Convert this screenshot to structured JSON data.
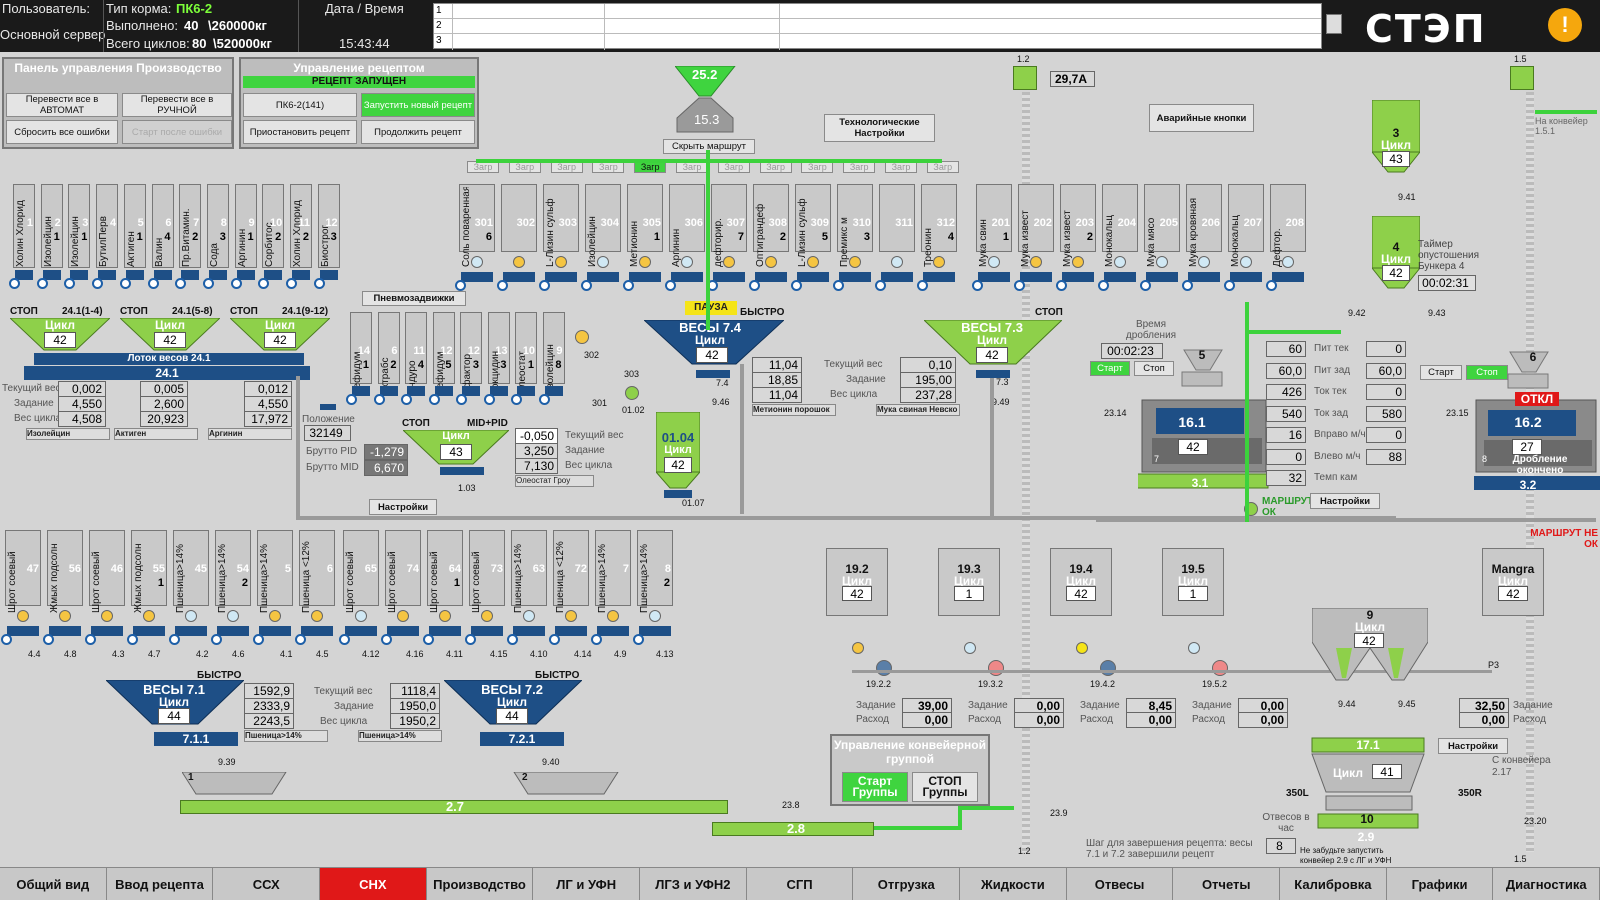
{
  "header": {
    "user_label": "Пользователь:",
    "server_label": "Основной сервер",
    "feed_type_label": "Тип корма:",
    "feed_type": "ПК6-2",
    "done_label": "Выполнено:",
    "done_value": "40",
    "done_kg": "\\260000кг",
    "cycles_label": "Всего циклов:",
    "cycles_value": "80",
    "cycles_kg": "\\520000кг",
    "datetime_label": "Дата / Время",
    "time": "15:43:44",
    "msg_rows": [
      "1",
      "2",
      "3"
    ],
    "logo": "СТЭП",
    "warning": "!"
  },
  "control_panel": {
    "title": "Панель управления Производство",
    "auto_btn": "Перевести все в АВТОМАТ",
    "manual_btn": "Перевести все в РУЧНОЙ",
    "reset_btn": "Сбросить все ошибки",
    "start_after_btn": "Старт после ошибки"
  },
  "recipe_panel": {
    "title": "Управление рецептом",
    "status": "РЕЦЕПТ ЗАПУЩЕН",
    "recipe_name": "ПК6-2(141)",
    "start_new_btn": "Запустить новый рецепт",
    "pause_btn": "Приостановить рецепт",
    "continue_btn": "Продолжить рецепт"
  },
  "top_hopper": {
    "value1": "25.2",
    "value2": "15.3",
    "hide_route_btn": "Скрыть маршрут"
  },
  "tech_settings_btn": "Технологические Настройки",
  "emergency_btn": "Аварийные кнопки",
  "current_label": "1.2",
  "current_value": "29,7А",
  "conv15": "1.5",
  "to_conveyor": "На конвейер 1.5.1",
  "load_buttons": [
    "Загр",
    "Загр",
    "Загр",
    "Загр",
    "Загр",
    "Загр",
    "Загр",
    "Загр",
    "Загр",
    "Загр",
    "Загр",
    "Загр"
  ],
  "bins_left": [
    {
      "label": "Холин Хлорид",
      "num": "1",
      "sub": ""
    },
    {
      "label": "Изолейцин",
      "num": "2",
      "sub": "1"
    },
    {
      "label": "Изолейцин",
      "num": "3",
      "sub": "1"
    },
    {
      "label": "БутилПерв",
      "num": "4",
      "sub": ""
    },
    {
      "label": "Актиген",
      "num": "5",
      "sub": "1"
    },
    {
      "label": "Валин",
      "num": "6",
      "sub": "4"
    },
    {
      "label": "Пр.Витамин.",
      "num": "7",
      "sub": "2"
    },
    {
      "label": "Сода",
      "num": "8",
      "sub": "3"
    },
    {
      "label": "Аргинин",
      "num": "9",
      "sub": "1"
    },
    {
      "label": "Сорбитос",
      "num": "10",
      "sub": "2"
    },
    {
      "label": "Холин Хлорид",
      "num": "11",
      "sub": "2"
    },
    {
      "label": "Биострог",
      "num": "12",
      "sub": "3"
    }
  ],
  "bins_mid": [
    {
      "label": "Соль поваренная",
      "num": "301",
      "sub": "6"
    },
    {
      "label": "",
      "num": "302",
      "sub": ""
    },
    {
      "label": "L-Лизин сульф",
      "num": "303",
      "sub": ""
    },
    {
      "label": "Изолейцин",
      "num": "304",
      "sub": ""
    },
    {
      "label": "Метионин",
      "num": "305",
      "sub": "1"
    },
    {
      "label": "Аргинин",
      "num": "306",
      "sub": ""
    },
    {
      "label": "дефторир.",
      "num": "307",
      "sub": "7"
    },
    {
      "label": "Оптиграндеф",
      "num": "308",
      "sub": "2"
    },
    {
      "label": "L-Лизин сульф",
      "num": "309",
      "sub": "5"
    },
    {
      "label": "Премикс м",
      "num": "310",
      "sub": "3"
    },
    {
      "label": "",
      "num": "311",
      "sub": ""
    },
    {
      "label": "Треонин",
      "num": "312",
      "sub": "4"
    }
  ],
  "bins_right": [
    {
      "label": "Мука свин",
      "num": "201",
      "sub": "1"
    },
    {
      "label": "Мука извест",
      "num": "202",
      "sub": ""
    },
    {
      "label": "Мука извест",
      "num": "203",
      "sub": "2"
    },
    {
      "label": "Монокальц",
      "num": "204",
      "sub": ""
    },
    {
      "label": "Мука мясо",
      "num": "205",
      "sub": ""
    },
    {
      "label": "Мука кровяная",
      "num": "206",
      "sub": ""
    },
    {
      "label": "Монокальц",
      "num": "207",
      "sub": ""
    },
    {
      "label": "Дефтор.",
      "num": "208",
      "sub": ""
    }
  ],
  "bins_bot_left": [
    {
      "label": "Шрот соевый",
      "num": "47",
      "sub": ""
    },
    {
      "label": "Жмых подсолн",
      "num": "56",
      "sub": ""
    },
    {
      "label": "Шрот соевый",
      "num": "46",
      "sub": ""
    },
    {
      "label": "Жмых подсолн",
      "num": "55",
      "sub": "1"
    },
    {
      "label": "Пшеница>14%",
      "num": "45",
      "sub": ""
    },
    {
      "label": "Пшеница>14%",
      "num": "54",
      "sub": "2"
    },
    {
      "label": "Пшеница>14%",
      "num": "5",
      "sub": ""
    },
    {
      "label": "Пшеница <12%",
      "num": "6",
      "sub": ""
    }
  ],
  "bins_bot_right": [
    {
      "label": "Шрот соевый",
      "num": "65",
      "sub": ""
    },
    {
      "label": "Шрот соевый",
      "num": "74",
      "sub": ""
    },
    {
      "label": "Шрот соевый",
      "num": "64",
      "sub": "1"
    },
    {
      "label": "Шрот соевый",
      "num": "73",
      "sub": ""
    },
    {
      "label": "Пшеница>14%",
      "num": "63",
      "sub": ""
    },
    {
      "label": "Пшеница <12%",
      "num": "72",
      "sub": ""
    },
    {
      "label": "Пшеница>14%",
      "num": "7",
      "sub": ""
    },
    {
      "label": "Пшеница>14%",
      "num": "8",
      "sub": "2"
    }
  ],
  "pneumo_label": "Пневмозадвижки",
  "scale241": {
    "stop_labels": [
      "СТОП",
      "СТОП",
      "СТОП"
    ],
    "ranges": [
      "24.1(1-4)",
      "24.1(5-8)",
      "24.1(9-12)"
    ],
    "cycle": "Цикл",
    "values": [
      "42",
      "42",
      "42"
    ],
    "tray": "Лоток весов 24.1",
    "conv": "24.1",
    "cur_label": "Текущий вес",
    "task_label": "Задание",
    "cycle_label": "Вес цикла",
    "cols": [
      {
        "cur": "0,002",
        "task": "4,550",
        "cyc": "4,508",
        "name": "Изолейцин"
      },
      {
        "cur": "0,005",
        "task": "2,600",
        "cyc": "20,923",
        "name": "Актиген"
      },
      {
        "cur": "0,012",
        "task": "4,550",
        "cyc": "17,972",
        "name": "Аргинин"
      }
    ]
  },
  "micro_bins": [
    {
      "label": "Бефидум",
      "num": "14",
      "sub": "1"
    },
    {
      "label": "Актрабс",
      "num": "6",
      "sub": "2"
    },
    {
      "label": "Эндуро",
      "num": "11",
      "sub": "4"
    },
    {
      "label": "Бефидум",
      "num": "12",
      "sub": "5"
    },
    {
      "label": "Сфактор",
      "num": "12",
      "sub": "3"
    },
    {
      "label": "Кокцидин",
      "num": "13",
      "sub": "3"
    },
    {
      "label": "Олеостат",
      "num": "10",
      "sub": "1"
    },
    {
      "label": "Изолейцин",
      "num": "9",
      "sub": "8"
    }
  ],
  "micro_scale": {
    "pos_label": "Положение",
    "pos_value": "32149",
    "brutto_pid_label": "Брутто PID",
    "brutto_pid": "-1,279",
    "brutto_mid_label": "Брутто MID",
    "brutto_mid": "6,670",
    "stop": "СТОП",
    "mode": "MID+PID",
    "cycle": "Цикл",
    "value": "43",
    "cur": "-0,050",
    "task": "3,250",
    "cyc": "7,130",
    "cur_label": "Текущий вес",
    "task_label": "Задание",
    "cycle_label": "Вес цикла",
    "name": "Олеостат Грoу",
    "id": "1.03",
    "settings": "Настройки"
  },
  "small_ids": {
    "a": "302",
    "b": "303",
    "c": "301",
    "d": "01.02",
    "e": "7.4",
    "f": "9.46",
    "g": "7.3",
    "h": "9.49",
    "i": "01.07"
  },
  "scale014": {
    "title": "01.04",
    "cycle": "Цикл",
    "value": "42"
  },
  "scale74": {
    "pause": "ПАУЗА",
    "fast": "БЫСТРО",
    "title": "ВЕСЫ 7.4",
    "cycle": "Цикл",
    "value": "42",
    "cur": "11,04",
    "task": "18,85",
    "cyc": "11,04",
    "name": "Метионин порошок"
  },
  "scale73": {
    "stop": "СТОП",
    "title": "ВЕСЫ 7.3",
    "cycle": "Цикл",
    "value": "42",
    "cur": "0,10",
    "task": "195,00",
    "cyc": "237,28",
    "name": "Мука свиная Невско",
    "cur_label": "Текущий вес",
    "task_label": "Задание",
    "cycle_label": "Вес цикла"
  },
  "right_col": {
    "s3": {
      "title": "3",
      "cycle": "Цикл",
      "value": "43",
      "id": "9.41"
    },
    "s4": {
      "title": "4",
      "cycle": "Цикл",
      "value": "42",
      "id": "9.42"
    },
    "timer_label": "Таймер опустошения Бункера 4",
    "timer": "00:02:31",
    "id943": "9.43"
  },
  "crusher": {
    "time_label": "Время дробления",
    "time": "00:02:23",
    "start": "Старт",
    "stop": "Стоп",
    "h5": "5",
    "h6": "6",
    "m161": "16.1",
    "m162": "16.2",
    "v42": "42",
    "v27": "27",
    "n7": "7",
    "n8": "8",
    "c31": "3.1",
    "c32": "3.2",
    "n2314": "23.14",
    "n2315": "23.15",
    "off": "ОТКЛ",
    "done": "Дробление окончено",
    "route_ok": "МАРШРУТ ОК",
    "route_nok": "МАРШРУТ НЕ ОК",
    "settings": "Настройки",
    "params": [
      {
        "label": "Пит тек",
        "a": "60",
        "b": "0"
      },
      {
        "label": "Пит зад",
        "a": "60,0",
        "b": "60,0"
      },
      {
        "label": "Ток тек",
        "a": "426",
        "b": "0"
      },
      {
        "label": "Ток зад",
        "a": "540",
        "b": "580"
      },
      {
        "label": "Вправо м/ч",
        "a": "16",
        "b": "0"
      },
      {
        "label": "Влево м/ч",
        "a": "0",
        "b": "88"
      },
      {
        "label": "Темп кам",
        "a": "32",
        "b": ""
      }
    ]
  },
  "liquids": [
    {
      "title": "19.2",
      "cycle": "Цикл",
      "value": "42",
      "valve": "19.2.2",
      "task": "39,00",
      "flow": "0,00"
    },
    {
      "title": "19.3",
      "cycle": "Цикл",
      "value": "1",
      "valve": "19.3.2",
      "task": "0,00",
      "flow": "0,00"
    },
    {
      "title": "19.4",
      "cycle": "Цикл",
      "value": "42",
      "valve": "19.4.2",
      "task": "8,45",
      "flow": "0,00"
    },
    {
      "title": "19.5",
      "cycle": "Цикл",
      "value": "1",
      "valve": "19.5.2",
      "task": "0,00",
      "flow": "0,00"
    }
  ],
  "liquid_labels": {
    "task": "Задание",
    "flow": "Расход"
  },
  "mangra": {
    "title": "Mangra",
    "cycle": "Цикл",
    "value": "42",
    "p3": "P3",
    "task": "32,50",
    "flow": "0,00"
  },
  "mixer": {
    "h9": "9",
    "cycle": "Цикл",
    "v9": "42",
    "id944": "9.44",
    "id945": "9.45",
    "c171": "17.1",
    "v41": "41",
    "m10": "10",
    "c29": "2.9",
    "l350": "350L",
    "r350": "350R",
    "settings": "Настройки",
    "from_conv": "С конвейера 2.17",
    "doses_label": "Отвесов в час",
    "doses": "8",
    "step_text": "Шаг для завершения рецепта: весы 7.1 и 7.2 завершили рецепт",
    "remind": "Не забудьте запустить конвейер 2.9 с ЛГ и УФН",
    "c1520": "23.20",
    "c15b": "1.5"
  },
  "scale71": {
    "fast": "БЫСТРО",
    "title": "ВЕСЫ 7.1",
    "cycle": "Цикл",
    "value": "44",
    "conv": "7.1.1",
    "id": "9.39",
    "cur": "1592,9",
    "task": "2333,9",
    "cyc": "2243,5",
    "name": "Пшеница>14%"
  },
  "scale72": {
    "fast": "БЫСТРО",
    "title": "ВЕСЫ 7.2",
    "cycle": "Цикл",
    "value": "44",
    "conv": "7.2.1",
    "id": "9.40",
    "cur": "1118,4",
    "task": "1950,0",
    "cyc": "1950,2",
    "name": "Пшеница>14%",
    "cur_label": "Текущий вес",
    "task_label": "Задание",
    "cycle_label": "Вес цикла"
  },
  "bottom_conv": {
    "h1": "1",
    "h2": "2",
    "c27": "2.7",
    "c28": "2.8",
    "n238": "23.8",
    "n239": "23.9",
    "n12b": "1.2"
  },
  "conv_group": {
    "title": "Управление конвейерной группой",
    "start": "Старт Группы",
    "stop": "СТОП Группы"
  },
  "bot_ids": [
    "4.4",
    "4.8",
    "4.3",
    "4.7",
    "4.2",
    "4.6",
    "4.1",
    "4.5",
    "4.12",
    "4.16",
    "4.11",
    "4.15",
    "4.10",
    "4.14",
    "4.9",
    "4.13"
  ],
  "tabs": [
    "Общий вид",
    "Ввод рецепта",
    "ССХ",
    "СНХ",
    "Производство",
    "ЛГ и УФН",
    "ЛГЗ и УФН2",
    "СГП",
    "Отгрузка",
    "Жидкости",
    "Отвесы",
    "Отчеты",
    "Калибровка",
    "Графики",
    "Диагностика"
  ],
  "colors": {
    "accent_green": "#3fd43f",
    "scale_blue": "#1e4f86",
    "conveyor": "#8ed04a",
    "active_tab": "#e01818",
    "warning": "#f5a70d"
  }
}
